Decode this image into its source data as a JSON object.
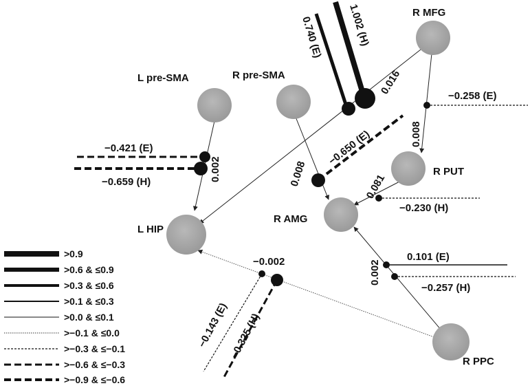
{
  "nodes": {
    "l_pre_sma": "L pre-SMA",
    "r_pre_sma": "R pre-SMA",
    "r_mfg": "R MFG",
    "r_put": "R PUT",
    "r_amg": "R AMG",
    "l_hip": "L HIP",
    "r_ppc": "R PPC"
  },
  "edges": {
    "mfg_hip": "0.016",
    "mfg_put": "0.008",
    "lpresma_hip": "0.002",
    "rpresma_amg": "0.008",
    "put_amg": "0.081",
    "ppc_amg": "0.002",
    "ppc_hip": "−0.002"
  },
  "modulators": {
    "mfg_hip_E": "0.740 (E)",
    "mfg_hip_H": "1.002 (H)",
    "mfg_put_E": "−0.258 (E)",
    "lpresma_hip_E": "−0.421 (E)",
    "lpresma_hip_H": "−0.659 (H)",
    "rpresma_amg_E": "−0.650 (E)",
    "put_amg_H": "−0.230 (H)",
    "ppc_amg_E": "0.101 (E)",
    "ppc_amg_H": "−0.257 (H)",
    "ppc_hip_E": "−0.143 (E)",
    "ppc_hip_H": "−0.325 (H)"
  },
  "legend": [
    ">0.9",
    ">0.6 & ≤0.9",
    ">0.3 & ≤0.6",
    ">0.1 & ≤0.3",
    ">0.0 & ≤0.1",
    ">−0.1 & ≤0.0",
    ">−0.3 & ≤−0.1",
    ">−0.6 & ≤−0.3",
    ">−0.9 & ≤−0.6"
  ]
}
